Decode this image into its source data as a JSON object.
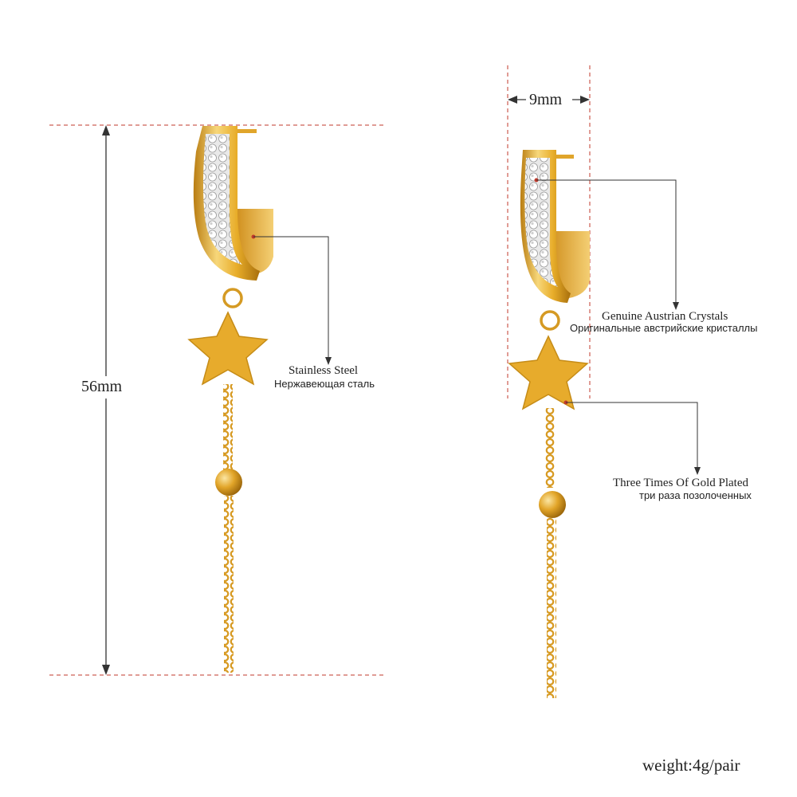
{
  "dimensions": {
    "height": "56mm",
    "width": "9mm"
  },
  "callouts": {
    "steel": {
      "en": "Stainless Steel",
      "ru": "Нержавеющая сталь"
    },
    "crystals": {
      "en": "Genuine Austrian Crystals",
      "ru": "Оригинальные австрийские кристаллы"
    },
    "plating": {
      "en": "Three Times Of Gold Plated",
      "ru": "три раза позолоченных"
    }
  },
  "weight": "weight:4g/pair",
  "colors": {
    "gold": "#e8ad2a",
    "gold_dark": "#b97d12",
    "gold_light": "#f7d77a",
    "guide_red": "#c0392b",
    "line": "#333333"
  }
}
